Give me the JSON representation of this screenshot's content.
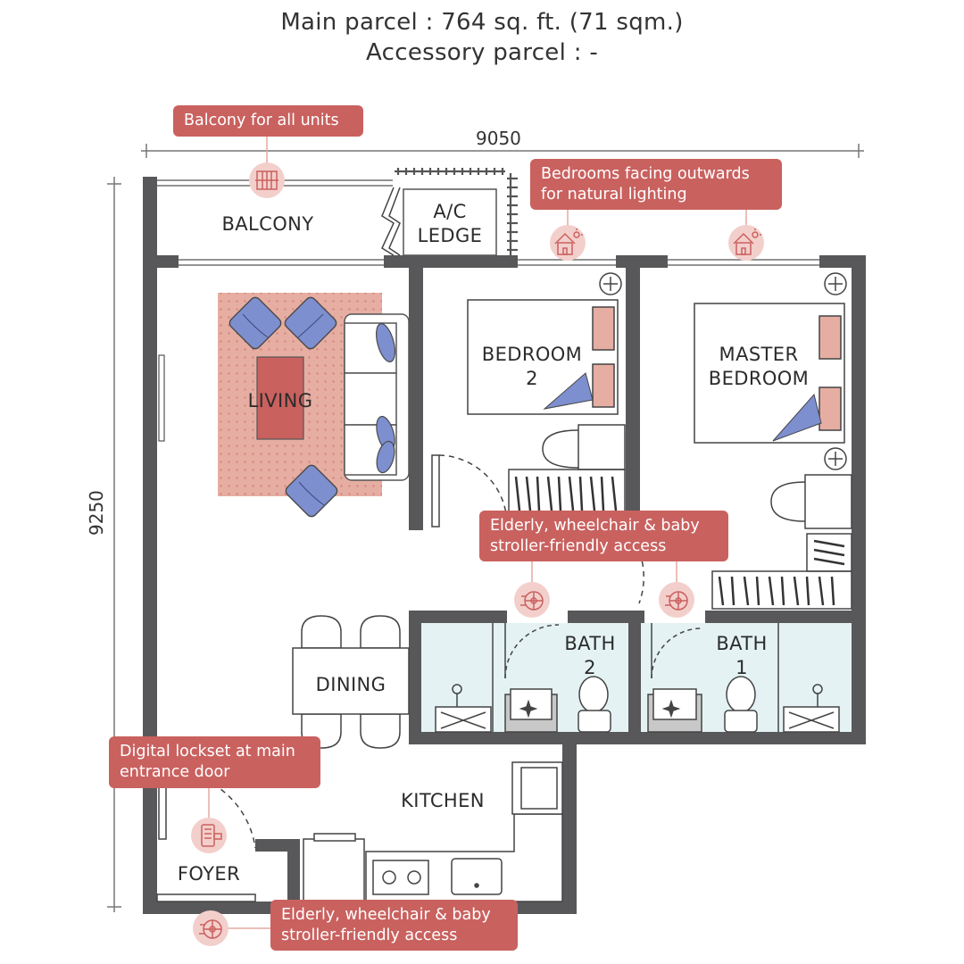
{
  "header": {
    "main_parcel": "Main parcel : 764 sq. ft. (71 sqm.)",
    "accessory_parcel": "Accessory parcel : -"
  },
  "dimensions": {
    "width": "9050",
    "height": "9250"
  },
  "rooms": {
    "balcony": "BALCONY",
    "ac_ledge": [
      "A/C",
      "LEDGE"
    ],
    "living": "LIVING",
    "bedroom2": [
      "BEDROOM",
      "2"
    ],
    "master_bedroom": [
      "MASTER",
      "BEDROOM"
    ],
    "bath2": [
      "BATH",
      "2"
    ],
    "bath1": [
      "BATH",
      "1"
    ],
    "dining": "DINING",
    "kitchen": "KITCHEN",
    "foyer": "FOYER"
  },
  "callouts": {
    "balcony": "Balcony for all units",
    "bedrooms": [
      "Bedrooms facing outwards",
      "for natural lighting"
    ],
    "access_upper": [
      "Elderly, wheelchair & baby",
      "stroller-friendly access"
    ],
    "lockset": [
      "Digital lockset at main",
      "entrance door"
    ],
    "access_lower": [
      "Elderly, wheelchair & baby",
      "stroller-friendly access"
    ]
  },
  "icons": [
    "balcony-icon",
    "house-sun-icon",
    "wheelchair-wheel-icon",
    "digital-lock-icon"
  ],
  "colors": {
    "wall": "#58585a",
    "callout": "#c9615f",
    "rug": "#e6aea2",
    "furniture_accent": "#7e8fd0",
    "bath_tint": "#e4f2f3",
    "icon_circle": "#f3cfcb"
  }
}
